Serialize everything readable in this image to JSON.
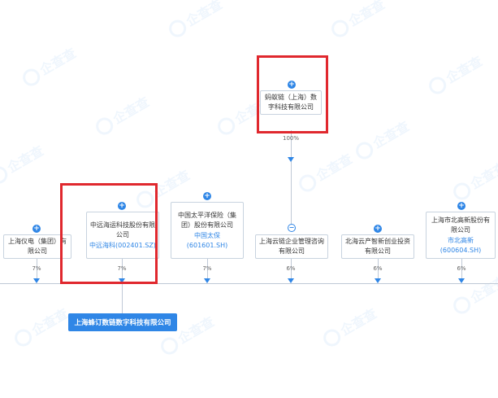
{
  "watermark": "企查查",
  "parent": {
    "name": "蚂蚁链（上海）数字科技有限公司",
    "percent": "100%"
  },
  "shareholders": [
    {
      "name": "上海仪电（集团）有限公司",
      "stock": "",
      "percent": "7%"
    },
    {
      "name": "中远海运科技股份有限公司",
      "stock": "中远海科(002401.SZ)",
      "percent": "7%"
    },
    {
      "name": "中国太平洋保险（集团）股份有限公司",
      "stock": "中国太保(601601.SH)",
      "percent": "7%"
    },
    {
      "name": "上海云链企业管理咨询有限公司",
      "stock": "",
      "percent": "6%"
    },
    {
      "name": "北海云产智新创业投资有限公司",
      "stock": "",
      "percent": "6%"
    },
    {
      "name": "上海市北高新股份有限公司",
      "stock": "市北高新(600604.SH)",
      "percent": "6%"
    }
  ],
  "target": {
    "name": "上海蜂订数链数字科技有限公司"
  },
  "colors": {
    "accent": "#2f86e6",
    "highlight": "#e0282e",
    "line": "#bfc9d6"
  },
  "icons": {
    "expand": "plus-circle-icon",
    "collapse": "minus-circle-icon",
    "flow": "down-arrow-icon"
  }
}
